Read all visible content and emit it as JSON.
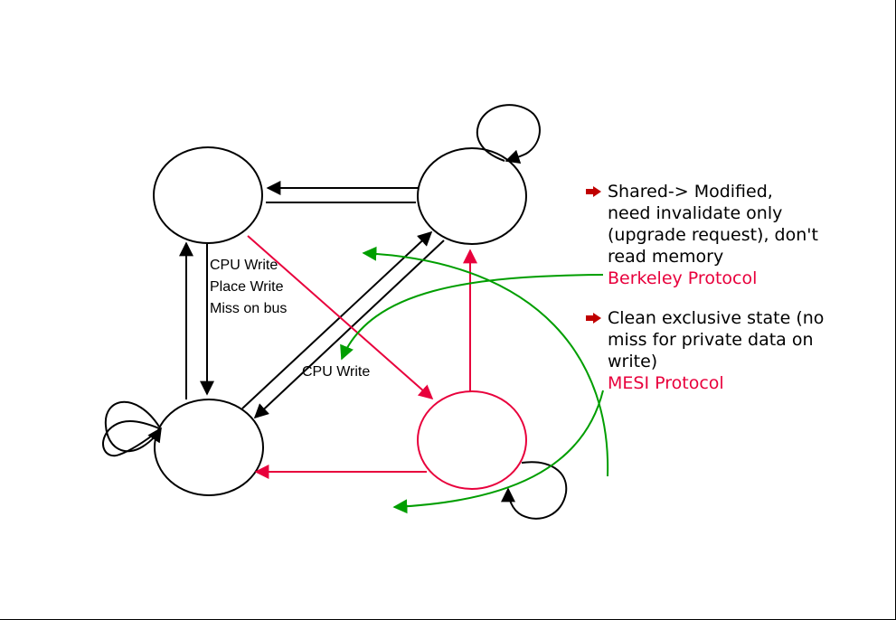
{
  "diagram": {
    "labels": {
      "cpu_write_miss": [
        "CPU Write",
        "Place Write",
        "Miss on bus"
      ],
      "cpu_write": "CPU Write"
    },
    "colors": {
      "black": "#000000",
      "red": "#e8003c",
      "green": "#009e00",
      "bullet_red": "#c00000"
    }
  },
  "notes": [
    {
      "icon": "arrow-bullet-icon",
      "lines": [
        "Shared-> Modified,",
        "need invalidate only",
        "(upgrade request), don't",
        "read memory"
      ],
      "protocol": "Berkeley Protocol"
    },
    {
      "icon": "arrow-bullet-icon",
      "lines": [
        "Clean exclusive state (no",
        "miss for private data on",
        "write)"
      ],
      "protocol": "MESI Protocol"
    }
  ]
}
